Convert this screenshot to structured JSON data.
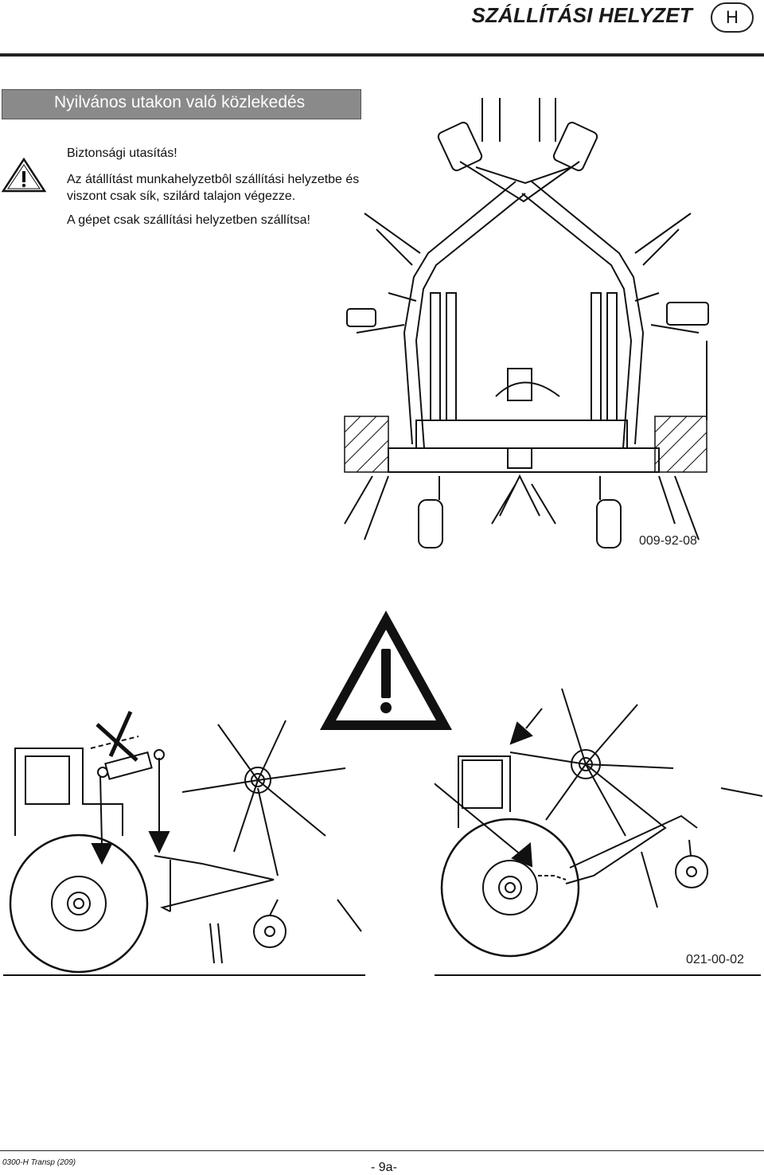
{
  "header": {
    "title": "SZÁLLÍTÁSI HELYZET",
    "lang": "H"
  },
  "section": {
    "title": "Nyilvános utakon való közlekedés"
  },
  "safety": {
    "heading": "Biztonsági utasítás!",
    "line1": "Az átállítást munkahelyzetbôl szállítási helyzetbe és",
    "line2": "viszont csak sík, szilárd talajon végezze.",
    "line3": "A gépet csak szállítási helyzetben szállítsa!"
  },
  "figures": {
    "top_code": "009-92-08",
    "bottom_code": "021-00-02"
  },
  "footer": {
    "doc_ref": "0300-H Transp (209)",
    "page": "- 9a-"
  },
  "icons": [
    "warning-triangle-icon",
    "large-warning-sign-icon",
    "arrow-down-icon",
    "no-chain-cross-icon",
    "pointer-arrow-icon"
  ]
}
